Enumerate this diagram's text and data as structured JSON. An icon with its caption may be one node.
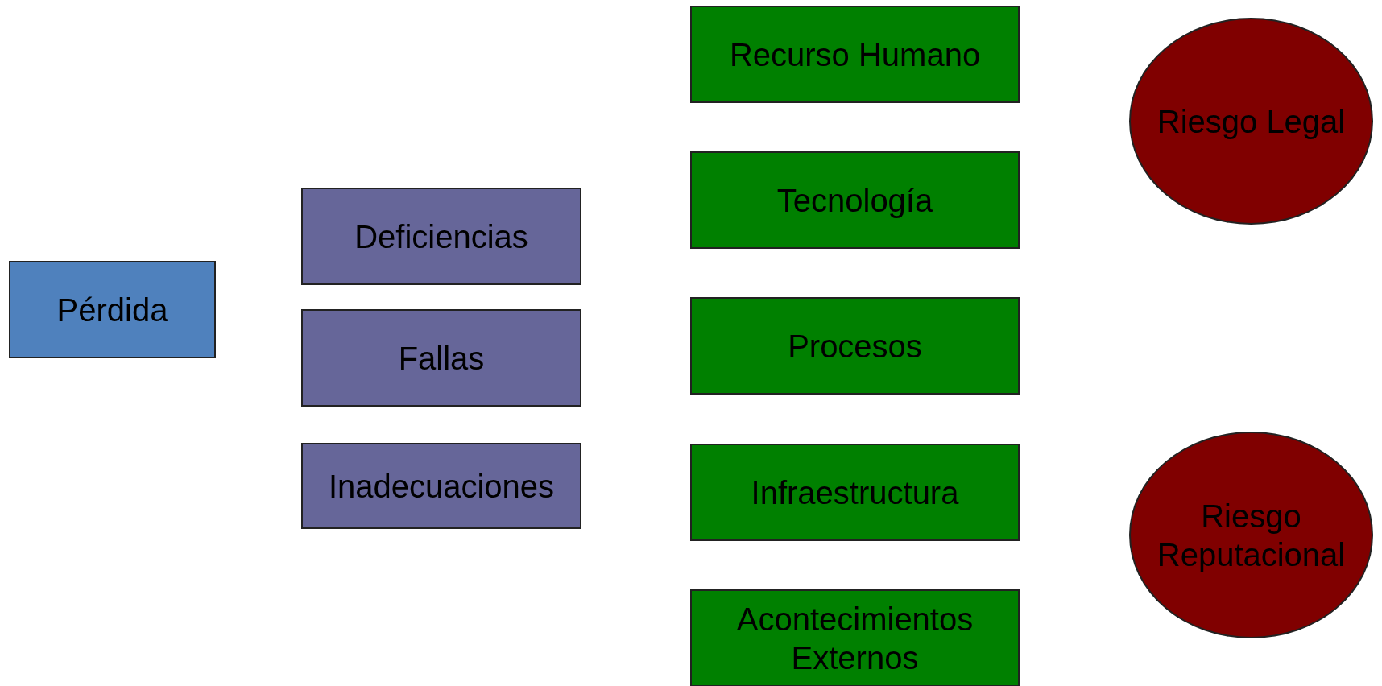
{
  "diagram": {
    "nodes": [
      {
        "text": [
          "Pérdida"
        ]
      },
      {
        "text": [
          "Deficiencias"
        ]
      },
      {
        "text": [
          "Fallas"
        ]
      },
      {
        "text": [
          "Inadecuaciones"
        ]
      },
      {
        "text": [
          "Recurso Humano"
        ]
      },
      {
        "text": [
          "Tecnología"
        ]
      },
      {
        "text": [
          "Procesos"
        ]
      },
      {
        "text": [
          "Infraestructura"
        ]
      },
      {
        "text": [
          "Acontecimientos Externos"
        ]
      },
      {
        "text": [
          "Riesgo Legal"
        ]
      },
      {
        "text": [
          "Riesgo Reputacional"
        ]
      }
    ]
  }
}
